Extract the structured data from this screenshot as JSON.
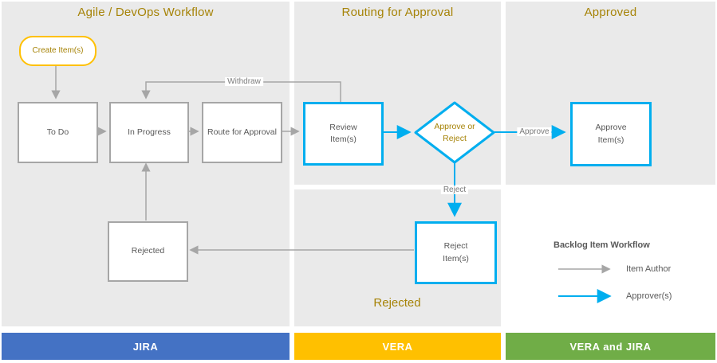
{
  "diagram": {
    "lanes": {
      "agile": {
        "title": "Agile / DevOps Workflow"
      },
      "routing": {
        "title": "Routing for Approval"
      },
      "approved": {
        "title": "Approved"
      },
      "rejected_section_label": "Rejected"
    },
    "nodes": {
      "create": {
        "label": "Create Item(s)"
      },
      "todo": {
        "label": "To Do"
      },
      "in_progress": {
        "label": "In Progress"
      },
      "route": {
        "label": "Route for Approval"
      },
      "review": {
        "label": "Review Item(s)"
      },
      "decision": {
        "label": "Approve or Reject"
      },
      "approve": {
        "label": "Approve Item(s)"
      },
      "reject": {
        "label": "Reject Item(s)"
      },
      "rejected": {
        "label": "Rejected"
      }
    },
    "edge_labels": {
      "withdraw": "Withdraw",
      "approve": "Approve",
      "reject": "Reject"
    },
    "legend": {
      "title": "Backlog Item Workflow",
      "item_author": "Item Author",
      "approvers": "Approver(s)"
    },
    "footer": {
      "jira": {
        "label": "JIRA",
        "color": "#4472C4"
      },
      "vera": {
        "label": "VERA",
        "color": "#FFC000"
      },
      "vera_jira": {
        "label": "VERA and JIRA",
        "color": "#70AD47"
      }
    },
    "colors": {
      "gold_text": "#A68307",
      "stadium_border": "#FFC000",
      "item_author_gray": "#A6A6A6",
      "approver_blue": "#00AEEF",
      "box_text": "#595959",
      "lane_background": "#EAEAEA"
    }
  }
}
